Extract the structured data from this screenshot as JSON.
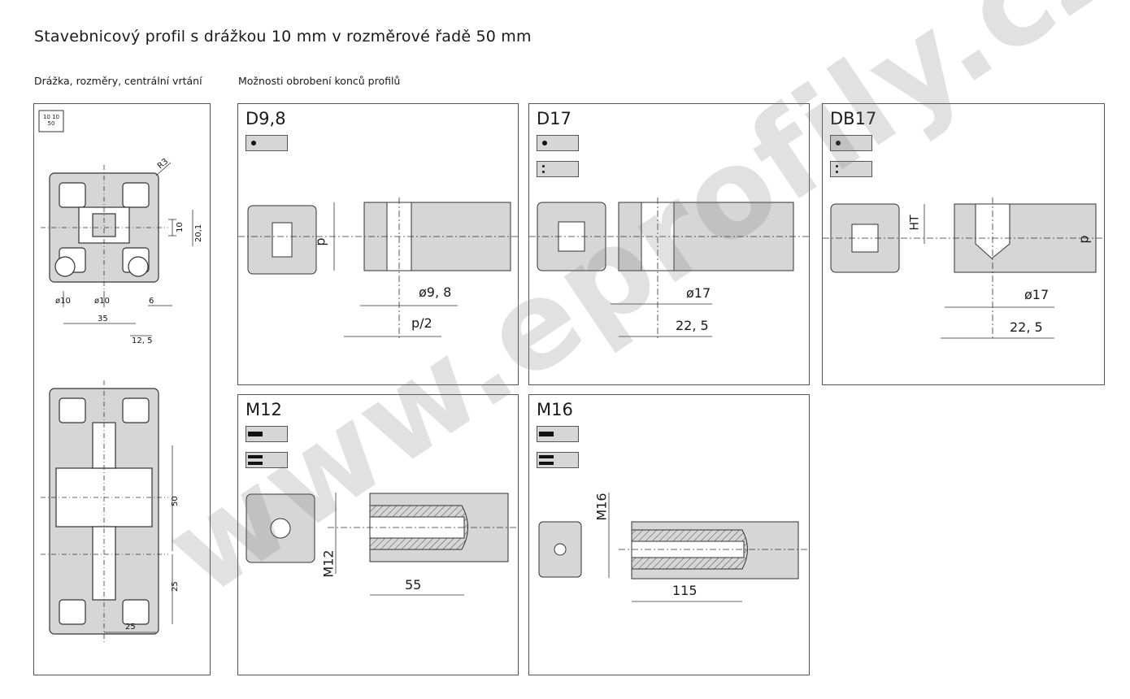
{
  "page": {
    "title": "Stavebnicový profil s drážkou 10 mm v rozměrové řadě 50 mm",
    "left_heading": "Drážka, rozměry, centrální vrtání",
    "right_heading": "Možnosti obrobení konců profilů",
    "watermark": "www.eprofily.cz"
  },
  "left_panel": {
    "badge_text": "10 10 50",
    "dims": {
      "r3": "R3",
      "d10": "10",
      "d20_1": "20,1",
      "phi10_a": "ø10",
      "phi10_b": "ø10",
      "d6": "6",
      "d35": "35",
      "d12_5": "12, 5",
      "d50": "50",
      "d25_v": "25",
      "d25_h": "25"
    }
  },
  "panels": {
    "d98": {
      "title": "D9,8",
      "phi": "ø9, 8",
      "half": "p/2",
      "p": "p"
    },
    "d17": {
      "title": "D17",
      "phi": "ø17",
      "len": "22, 5"
    },
    "db17": {
      "title": "DB17",
      "ht": "HT",
      "p": "p",
      "phi": "ø17",
      "len": "22, 5"
    },
    "m12": {
      "title": "M12",
      "thread": "M12",
      "len": "55"
    },
    "m16": {
      "title": "M16",
      "thread": "M16",
      "len": "115"
    }
  },
  "colors": {
    "fill": "#d6d6d6",
    "line": "#333333",
    "watermark": "#787878"
  }
}
